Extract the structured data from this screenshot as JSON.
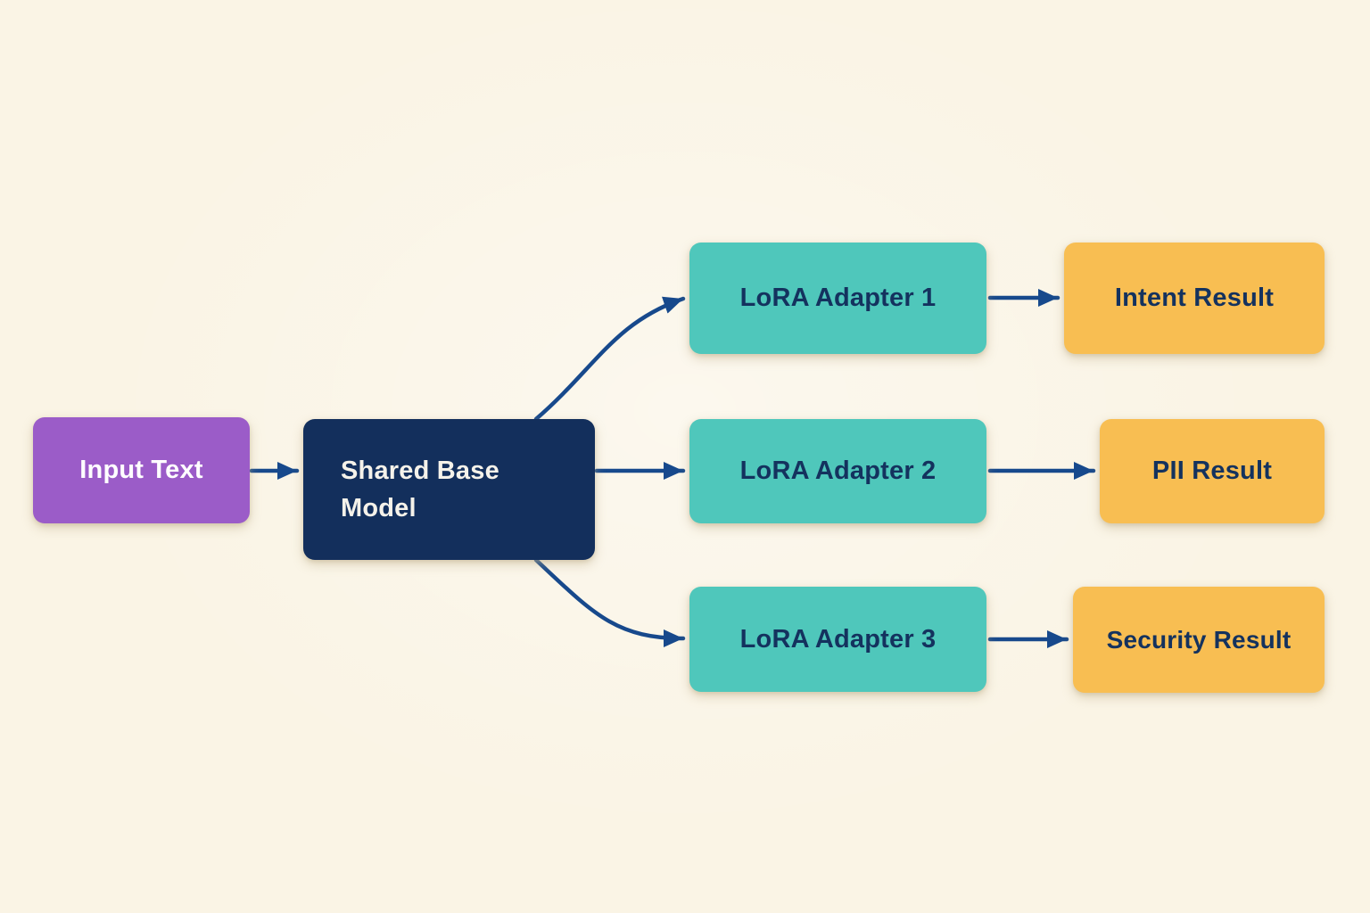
{
  "diagram": {
    "background_color": "#FAF4E5",
    "arrow_color": "#17498C",
    "nodes": [
      {
        "id": "input-text",
        "label": "Input Text",
        "color": "#9B5CC8",
        "text_color": "#FFFFFF"
      },
      {
        "id": "shared-base-model",
        "label": "Shared Base Model",
        "color": "#132F5C",
        "text_color": "#FFFFFF"
      },
      {
        "id": "lora-adapter-1",
        "label": "LoRA Adapter 1",
        "color": "#4FC7BB",
        "text_color": "#14325E"
      },
      {
        "id": "lora-adapter-2",
        "label": "LoRA Adapter 2",
        "color": "#4FC7BB",
        "text_color": "#14325E"
      },
      {
        "id": "lora-adapter-3",
        "label": "LoRA Adapter 3",
        "color": "#4FC7BB",
        "text_color": "#14325E"
      },
      {
        "id": "intent-result",
        "label": "Intent Result",
        "color": "#F8BE52",
        "text_color": "#14325E"
      },
      {
        "id": "pii-result",
        "label": "PII Result",
        "color": "#F8BE52",
        "text_color": "#14325E"
      },
      {
        "id": "security-result",
        "label": "Security Result",
        "color": "#F8BE52",
        "text_color": "#14325E"
      }
    ],
    "edges": [
      {
        "from": "input-text",
        "to": "shared-base-model"
      },
      {
        "from": "shared-base-model",
        "to": "lora-adapter-1"
      },
      {
        "from": "shared-base-model",
        "to": "lora-adapter-2"
      },
      {
        "from": "shared-base-model",
        "to": "lora-adapter-3"
      },
      {
        "from": "lora-adapter-1",
        "to": "intent-result"
      },
      {
        "from": "lora-adapter-2",
        "to": "pii-result"
      },
      {
        "from": "lora-adapter-3",
        "to": "security-result"
      }
    ]
  }
}
